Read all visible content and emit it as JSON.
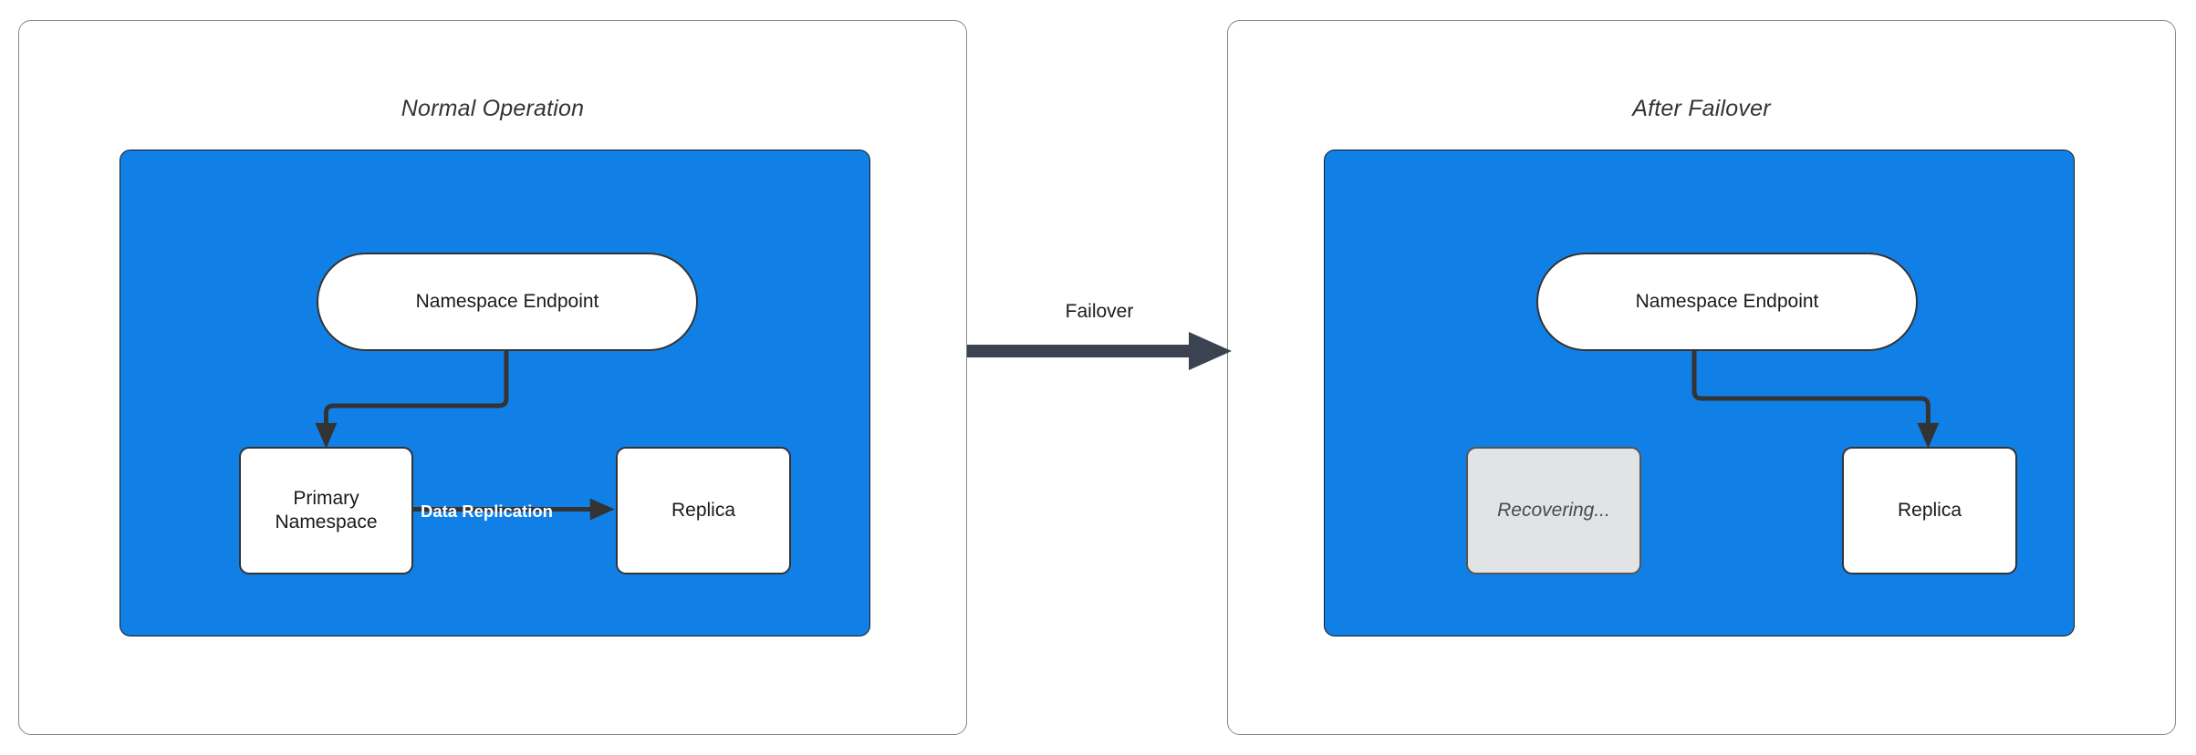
{
  "diagram": {
    "title_left": "Normal Operation",
    "title_right": "After Failover",
    "accent_blue": "#1180e6",
    "stroke_dark": "#333333",
    "muted_gray": "#e1e3e5",
    "arrow_gray": "#3b4350"
  },
  "left_panel": {
    "title": "Normal Operation",
    "nodes": {
      "endpoint": "Namespace Endpoint",
      "primary": "Primary\nNamespace",
      "primary_line1": "Primary",
      "primary_line2": "Namespace",
      "replica": "Replica"
    },
    "edges": {
      "endpoint_to_primary": "",
      "data_replication": "Data Replication"
    }
  },
  "right_panel": {
    "title": "After Failover",
    "nodes": {
      "endpoint": "Namespace Endpoint",
      "recovering": "Recovering...",
      "replica": "Replica"
    },
    "edges": {
      "endpoint_to_replica": ""
    }
  },
  "transition": {
    "label": "Failover"
  }
}
